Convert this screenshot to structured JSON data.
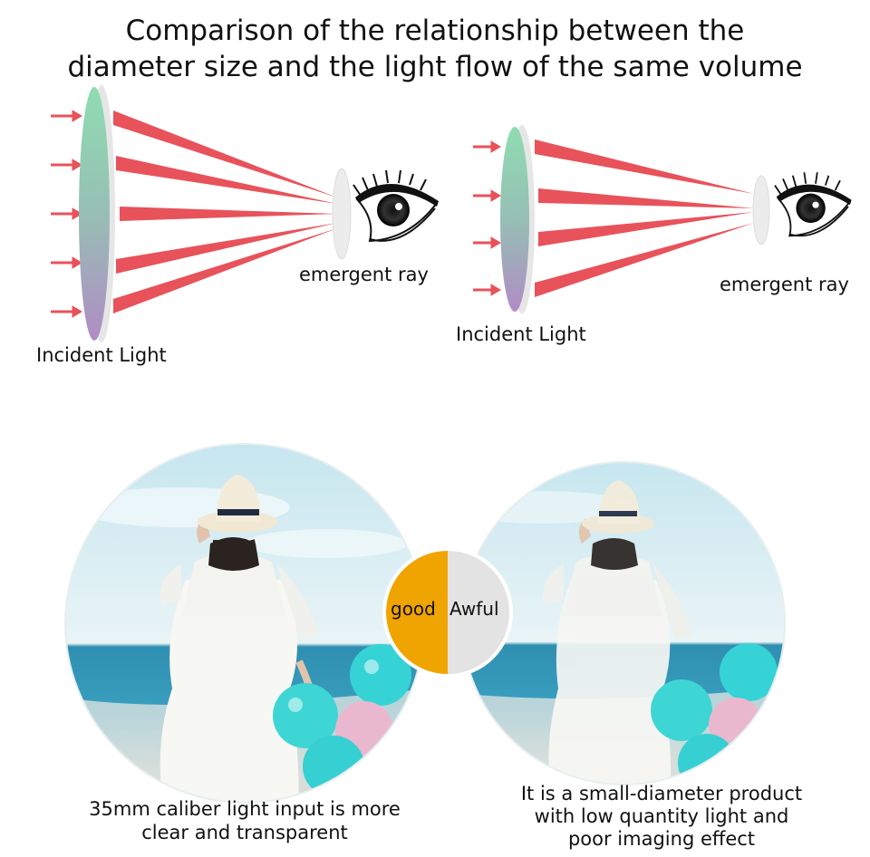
{
  "title": {
    "line1": "Comparison of the relationship between the",
    "line2": "diameter size and the light flow of the same volume"
  },
  "large_lens": {
    "incident_label": "Incident Light",
    "emergent_label": "emergent ray"
  },
  "small_lens": {
    "incident_label": "Incident Light",
    "emergent_label": "emergent ray"
  },
  "comparison": {
    "good_label": "good",
    "awful_label": "Awful",
    "good_color": "#f0a400",
    "awful_color": "#e3e3e3",
    "left_caption_line1": "35mm caliber light input is more",
    "left_caption_line2": "clear and transparent",
    "right_caption_line1": "It is a small-diameter product",
    "right_caption_line2": "with low quantity light and",
    "right_caption_line3": "poor imaging effect"
  },
  "colors": {
    "ray": "#e8525a",
    "lens_top": "#8fdcb2",
    "lens_bottom": "#b08cc4"
  }
}
